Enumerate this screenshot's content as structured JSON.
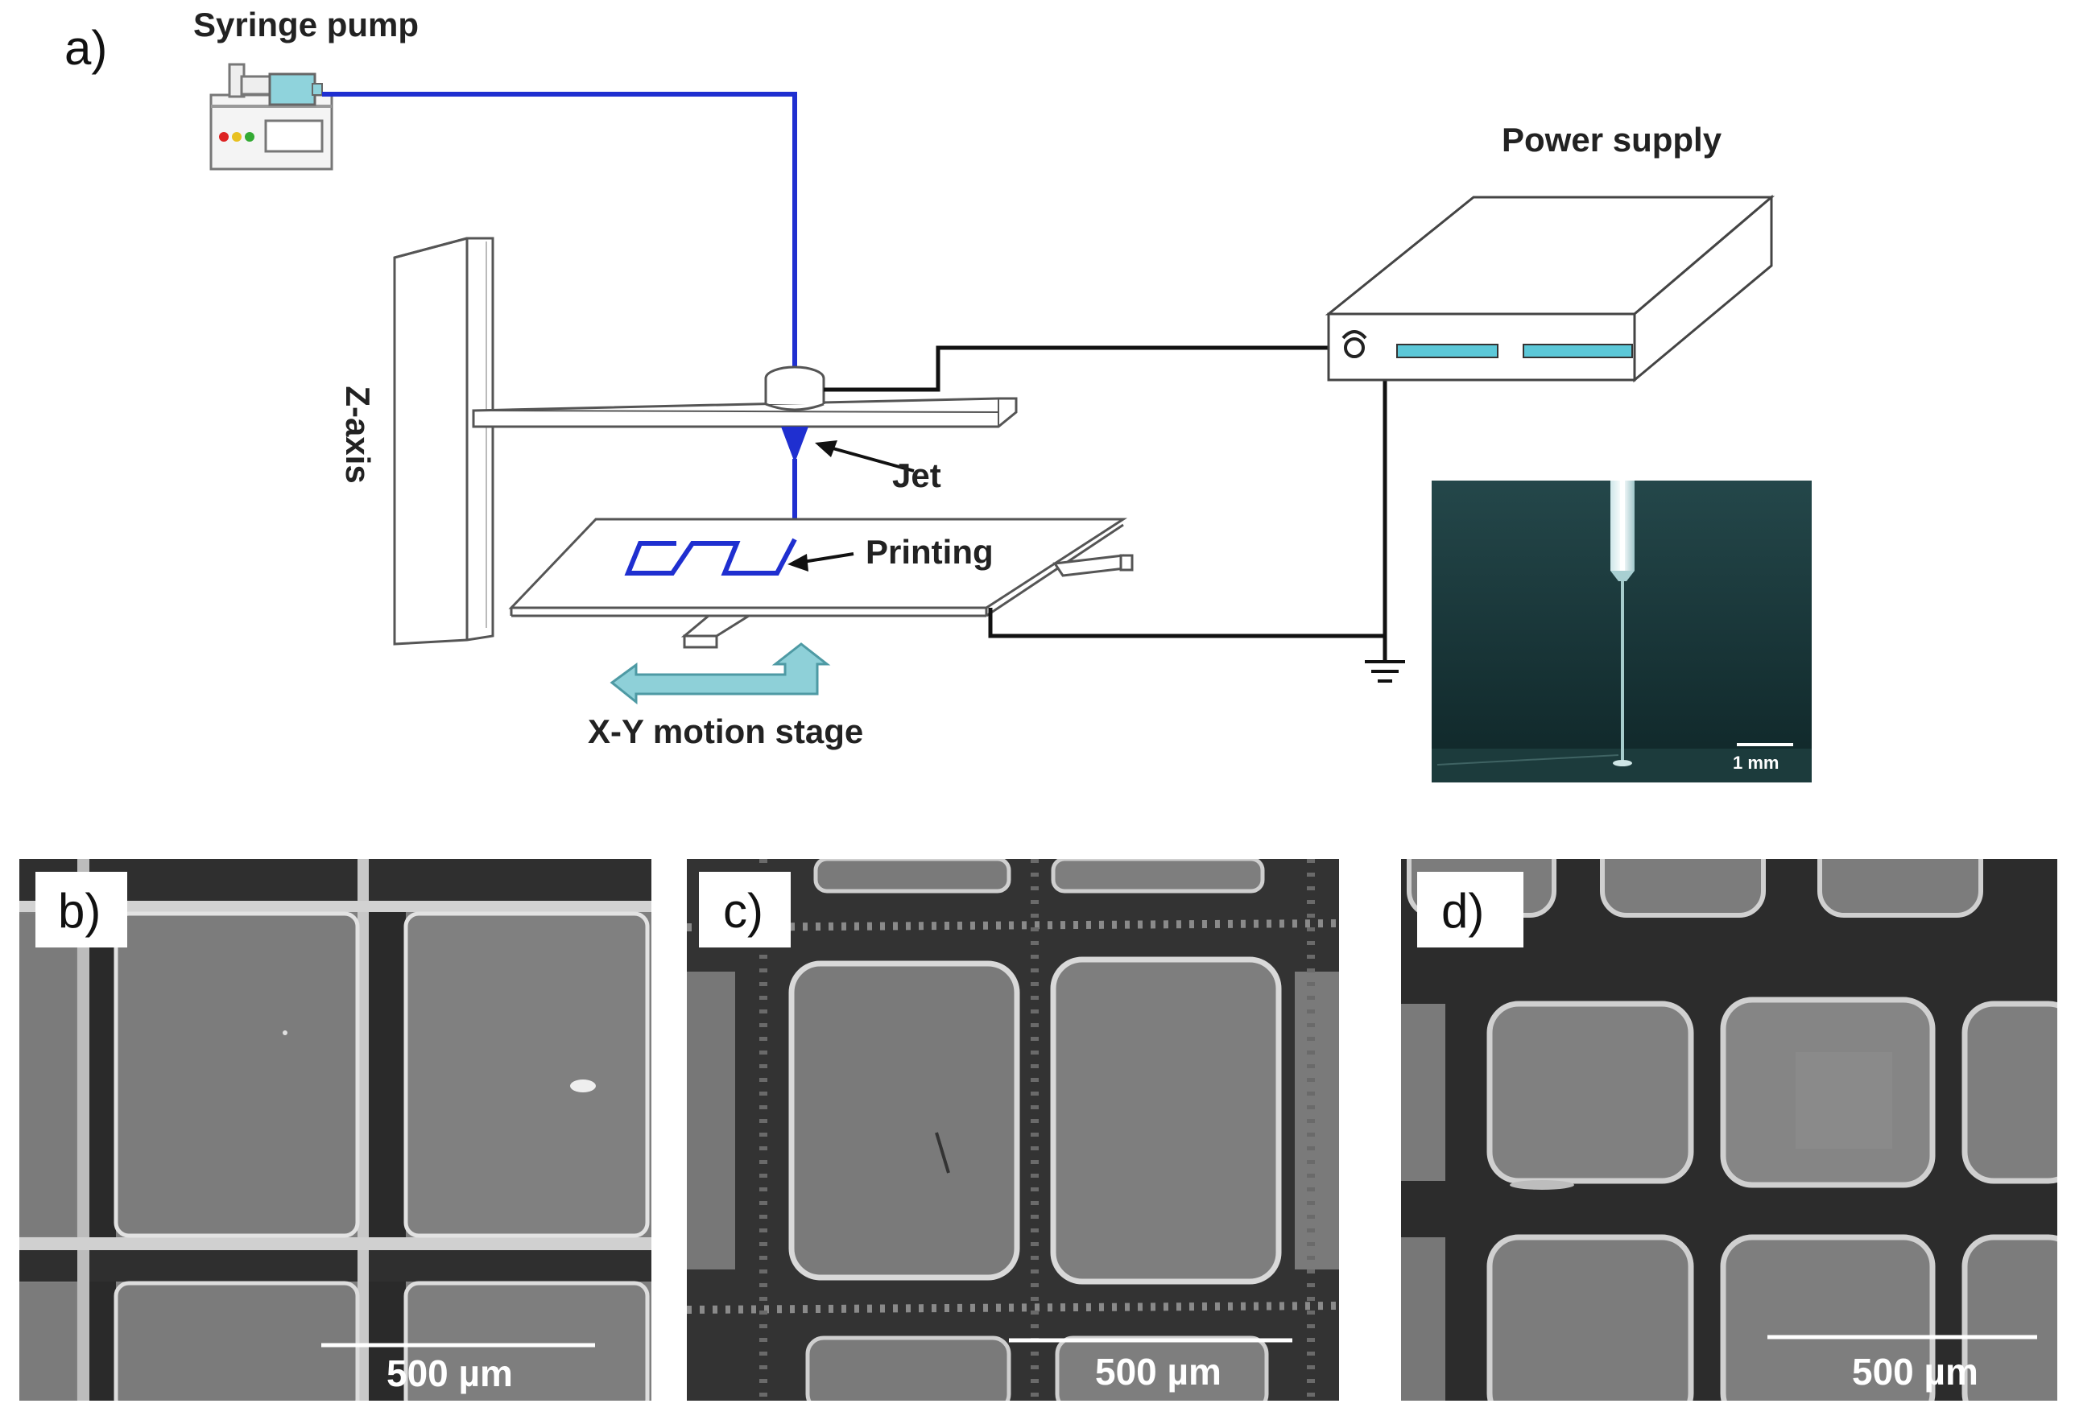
{
  "panels": {
    "a": {
      "letter": "a)",
      "labels": {
        "syringe_pump": "Syringe pump",
        "power_supply": "Power supply",
        "z_axis": "Z-axis",
        "jet": "Jet",
        "printing": "Printing",
        "xy_stage": "X-Y motion stage"
      },
      "inset_scale": "1 mm",
      "colors": {
        "tube": "#1f2fd0",
        "wire": "#111111",
        "stage_arrow": "#8ed0d8",
        "syringe": "#8fd3dc",
        "slots": "#5cc8d8",
        "inset_bg": "#1a3537"
      }
    },
    "b": {
      "letter": "b)",
      "scale": "500 µm"
    },
    "c": {
      "letter": "c)",
      "scale": "500 µm"
    },
    "d": {
      "letter": "d)",
      "scale": "500 µm"
    }
  }
}
